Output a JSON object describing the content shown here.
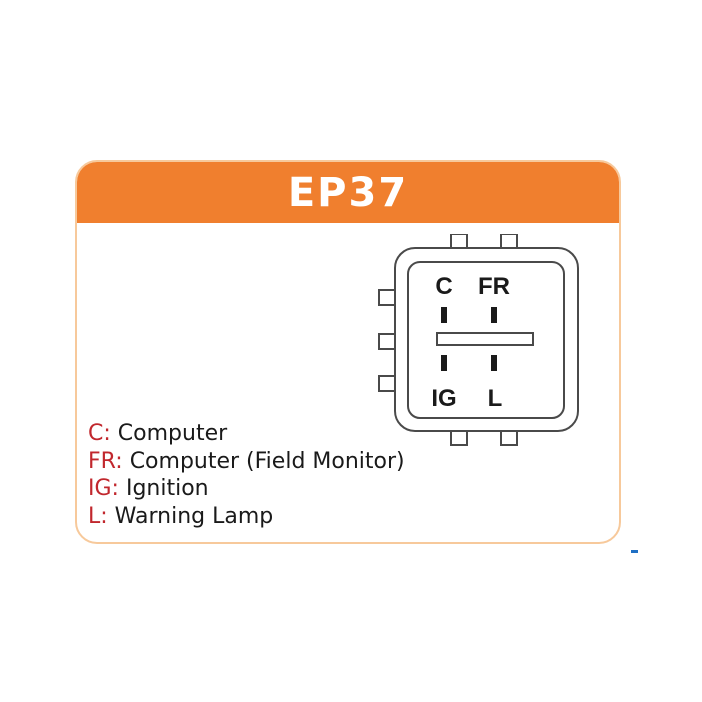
{
  "header": {
    "title": "EP37"
  },
  "connector": {
    "pins": {
      "top_left": "C",
      "top_right": "FR",
      "bottom_left": "IG",
      "bottom_right": "L"
    }
  },
  "legend": {
    "items": [
      {
        "code": "C:",
        "description": "Computer"
      },
      {
        "code": "FR:",
        "description": "Computer (Field Monitor)"
      },
      {
        "code": "IG:",
        "description": "Ignition"
      },
      {
        "code": "L:",
        "description": "Warning Lamp"
      }
    ]
  },
  "colors": {
    "header_background": "#f07f2e",
    "card_border": "#f7c99b",
    "legend_code": "#c1272d",
    "text": "#1a1a1a"
  }
}
